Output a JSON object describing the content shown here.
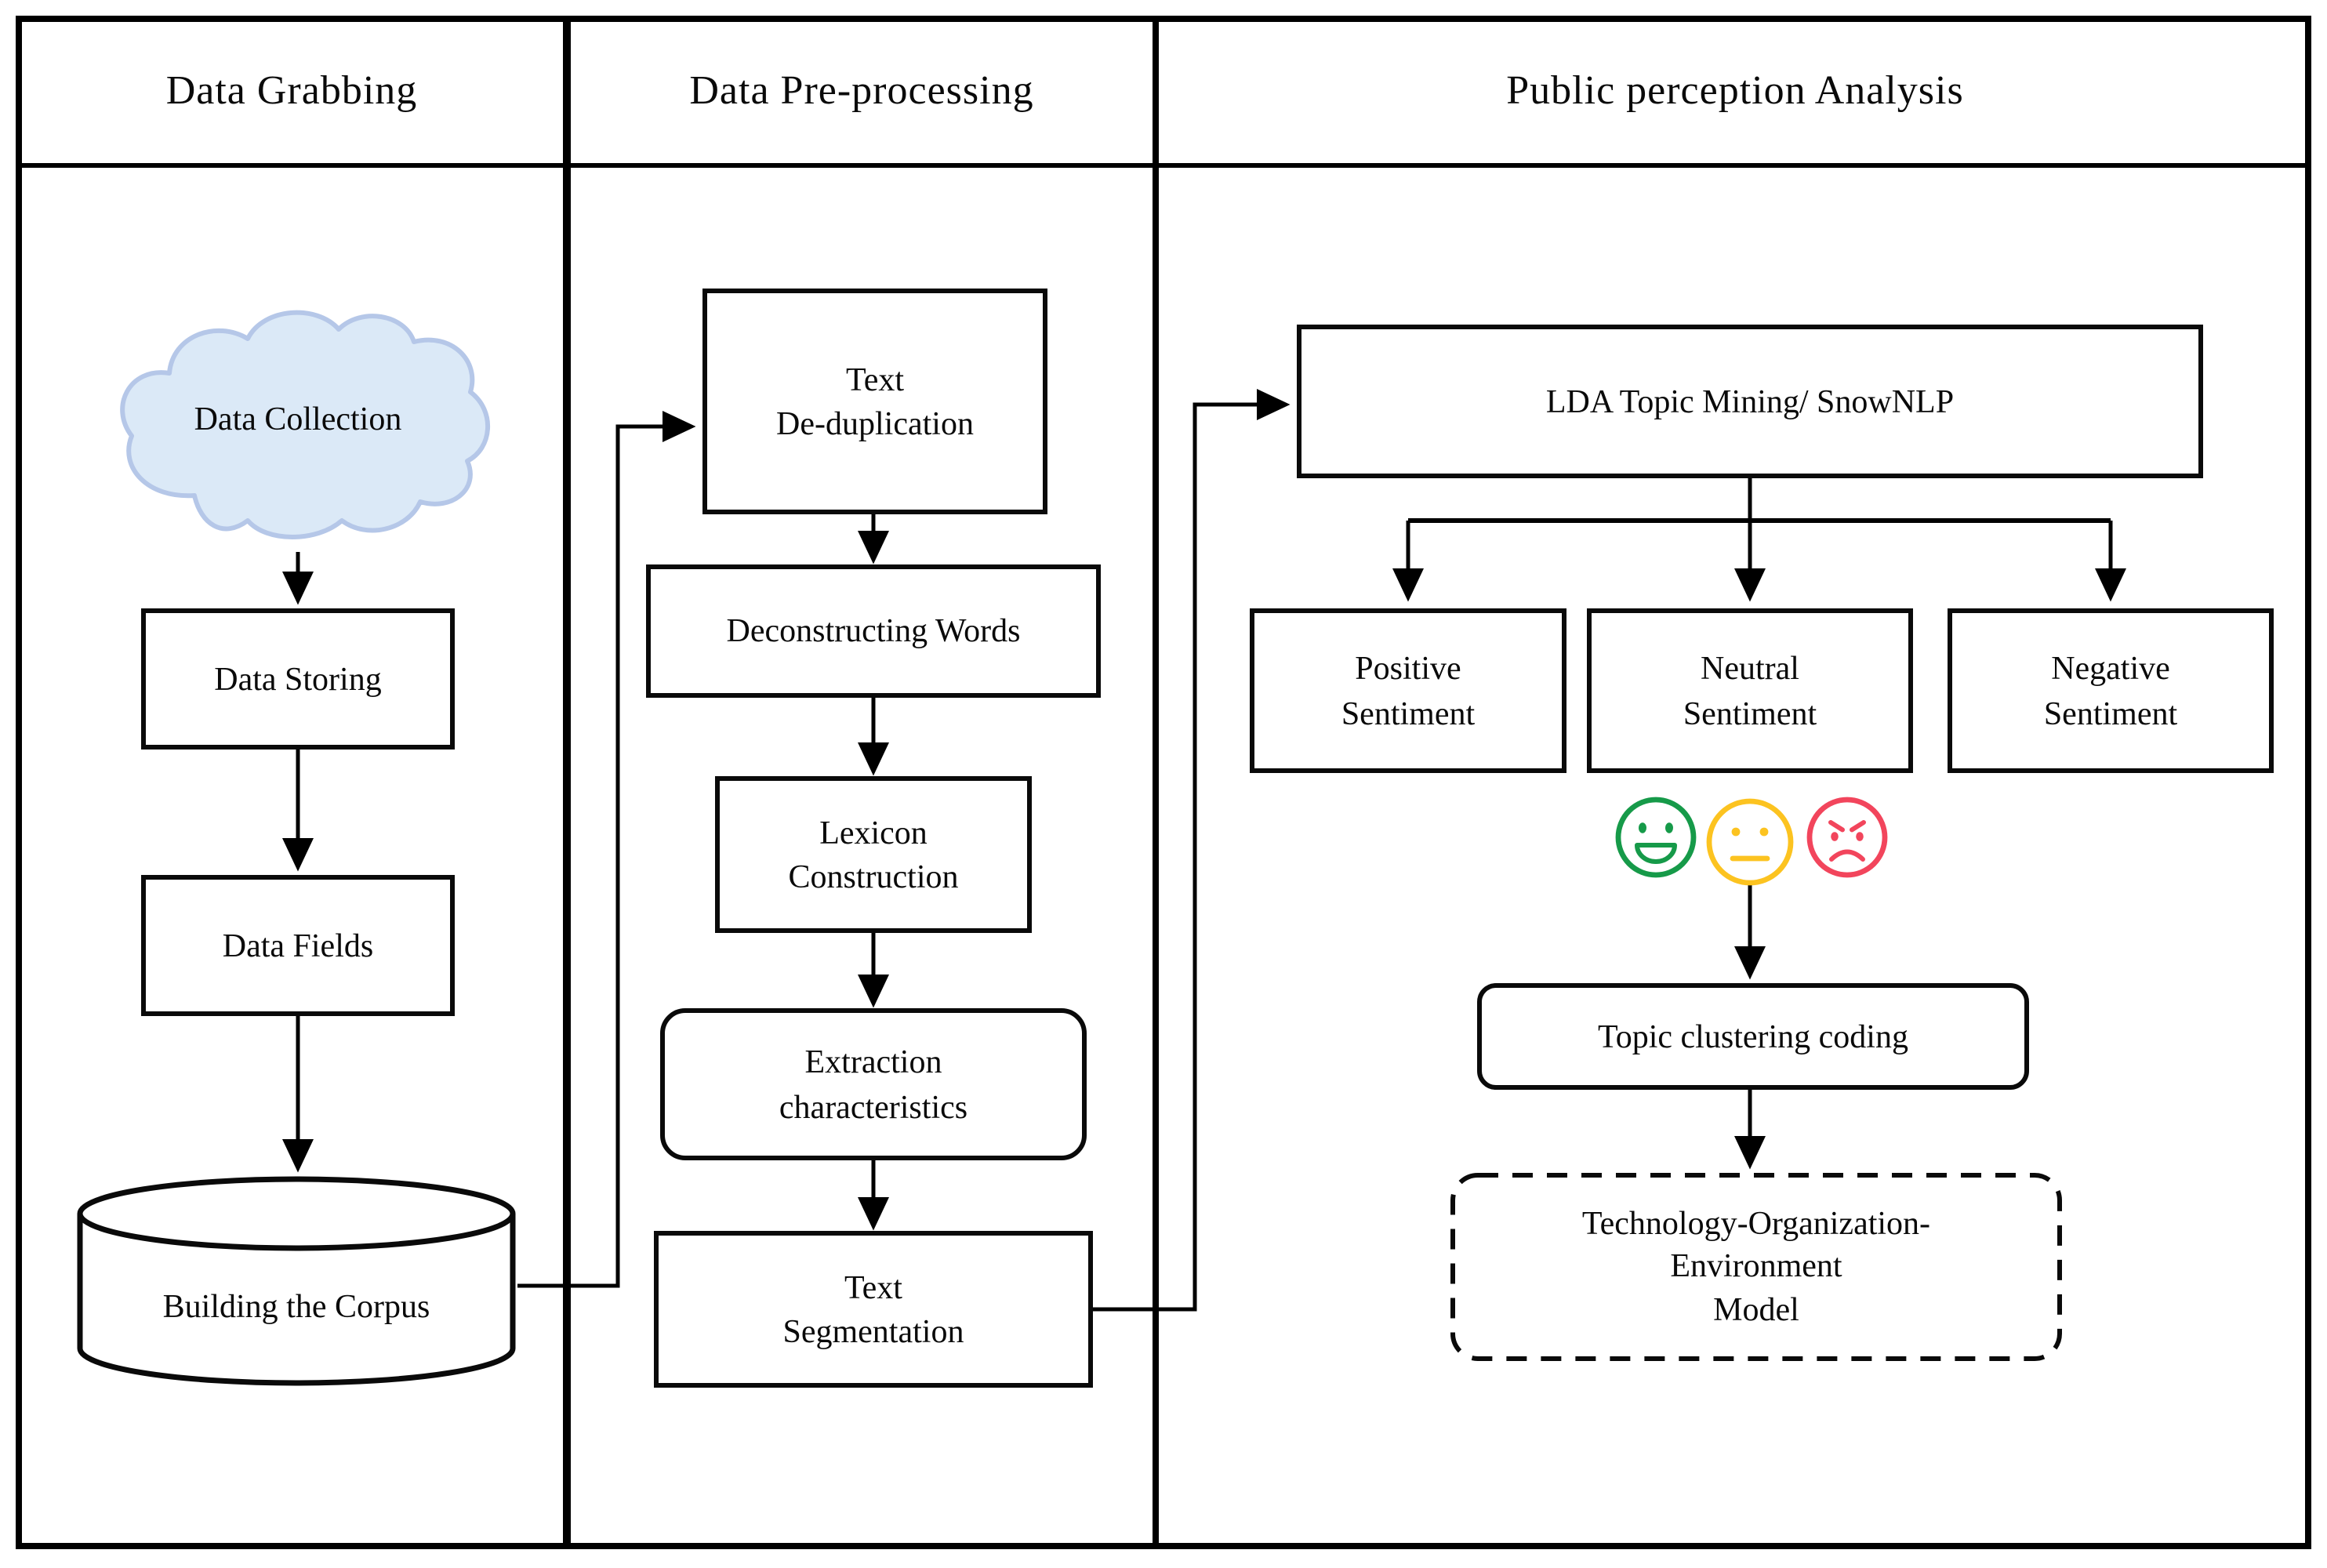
{
  "flow": {
    "columns": [
      {
        "title": "Data Grabbing",
        "nodes": [
          {
            "label": "Data Collection",
            "shape": "cloud"
          },
          {
            "label": "Data Storing",
            "shape": "rect"
          },
          {
            "label": "Data Fields",
            "shape": "rect"
          },
          {
            "label": "Building the Corpus",
            "shape": "cylinder"
          }
        ]
      },
      {
        "title": "Data Pre-processing",
        "nodes": [
          {
            "label": "Text\nDe-duplication",
            "shape": "rect"
          },
          {
            "label": "Deconstructing Words",
            "shape": "rect"
          },
          {
            "label": "Lexicon\nConstruction",
            "shape": "rect"
          },
          {
            "label": "Extraction\ncharacteristics",
            "shape": "rounded"
          },
          {
            "label": "Text\nSegmentation",
            "shape": "rect"
          }
        ]
      },
      {
        "title": "Public perception Analysis",
        "nodes": [
          {
            "label": "LDA Topic Mining/ SnowNLP",
            "shape": "rect"
          },
          {
            "label": "Positive\nSentiment",
            "shape": "rect"
          },
          {
            "label": "Neutral\nSentiment",
            "shape": "rect"
          },
          {
            "label": "Negative\nSentiment",
            "shape": "rect"
          },
          {
            "label": "Topic clustering coding",
            "shape": "rounded"
          },
          {
            "label": "Technology-Organization-\nEnvironment\nModel",
            "shape": "dashed-rounded"
          }
        ]
      }
    ],
    "icons": {
      "positive_emoji": "smiling-face",
      "neutral_emoji": "neutral-face",
      "negative_emoji": "angry-face",
      "collection": "cloud",
      "corpus": "database-cylinder"
    },
    "colors": {
      "positive": "#169a49",
      "neutral": "#fcc320",
      "negative": "#f2455c",
      "cloud_fill": "#dbe9f7",
      "cloud_stroke": "#b5c7e8",
      "line": "#000000"
    }
  }
}
